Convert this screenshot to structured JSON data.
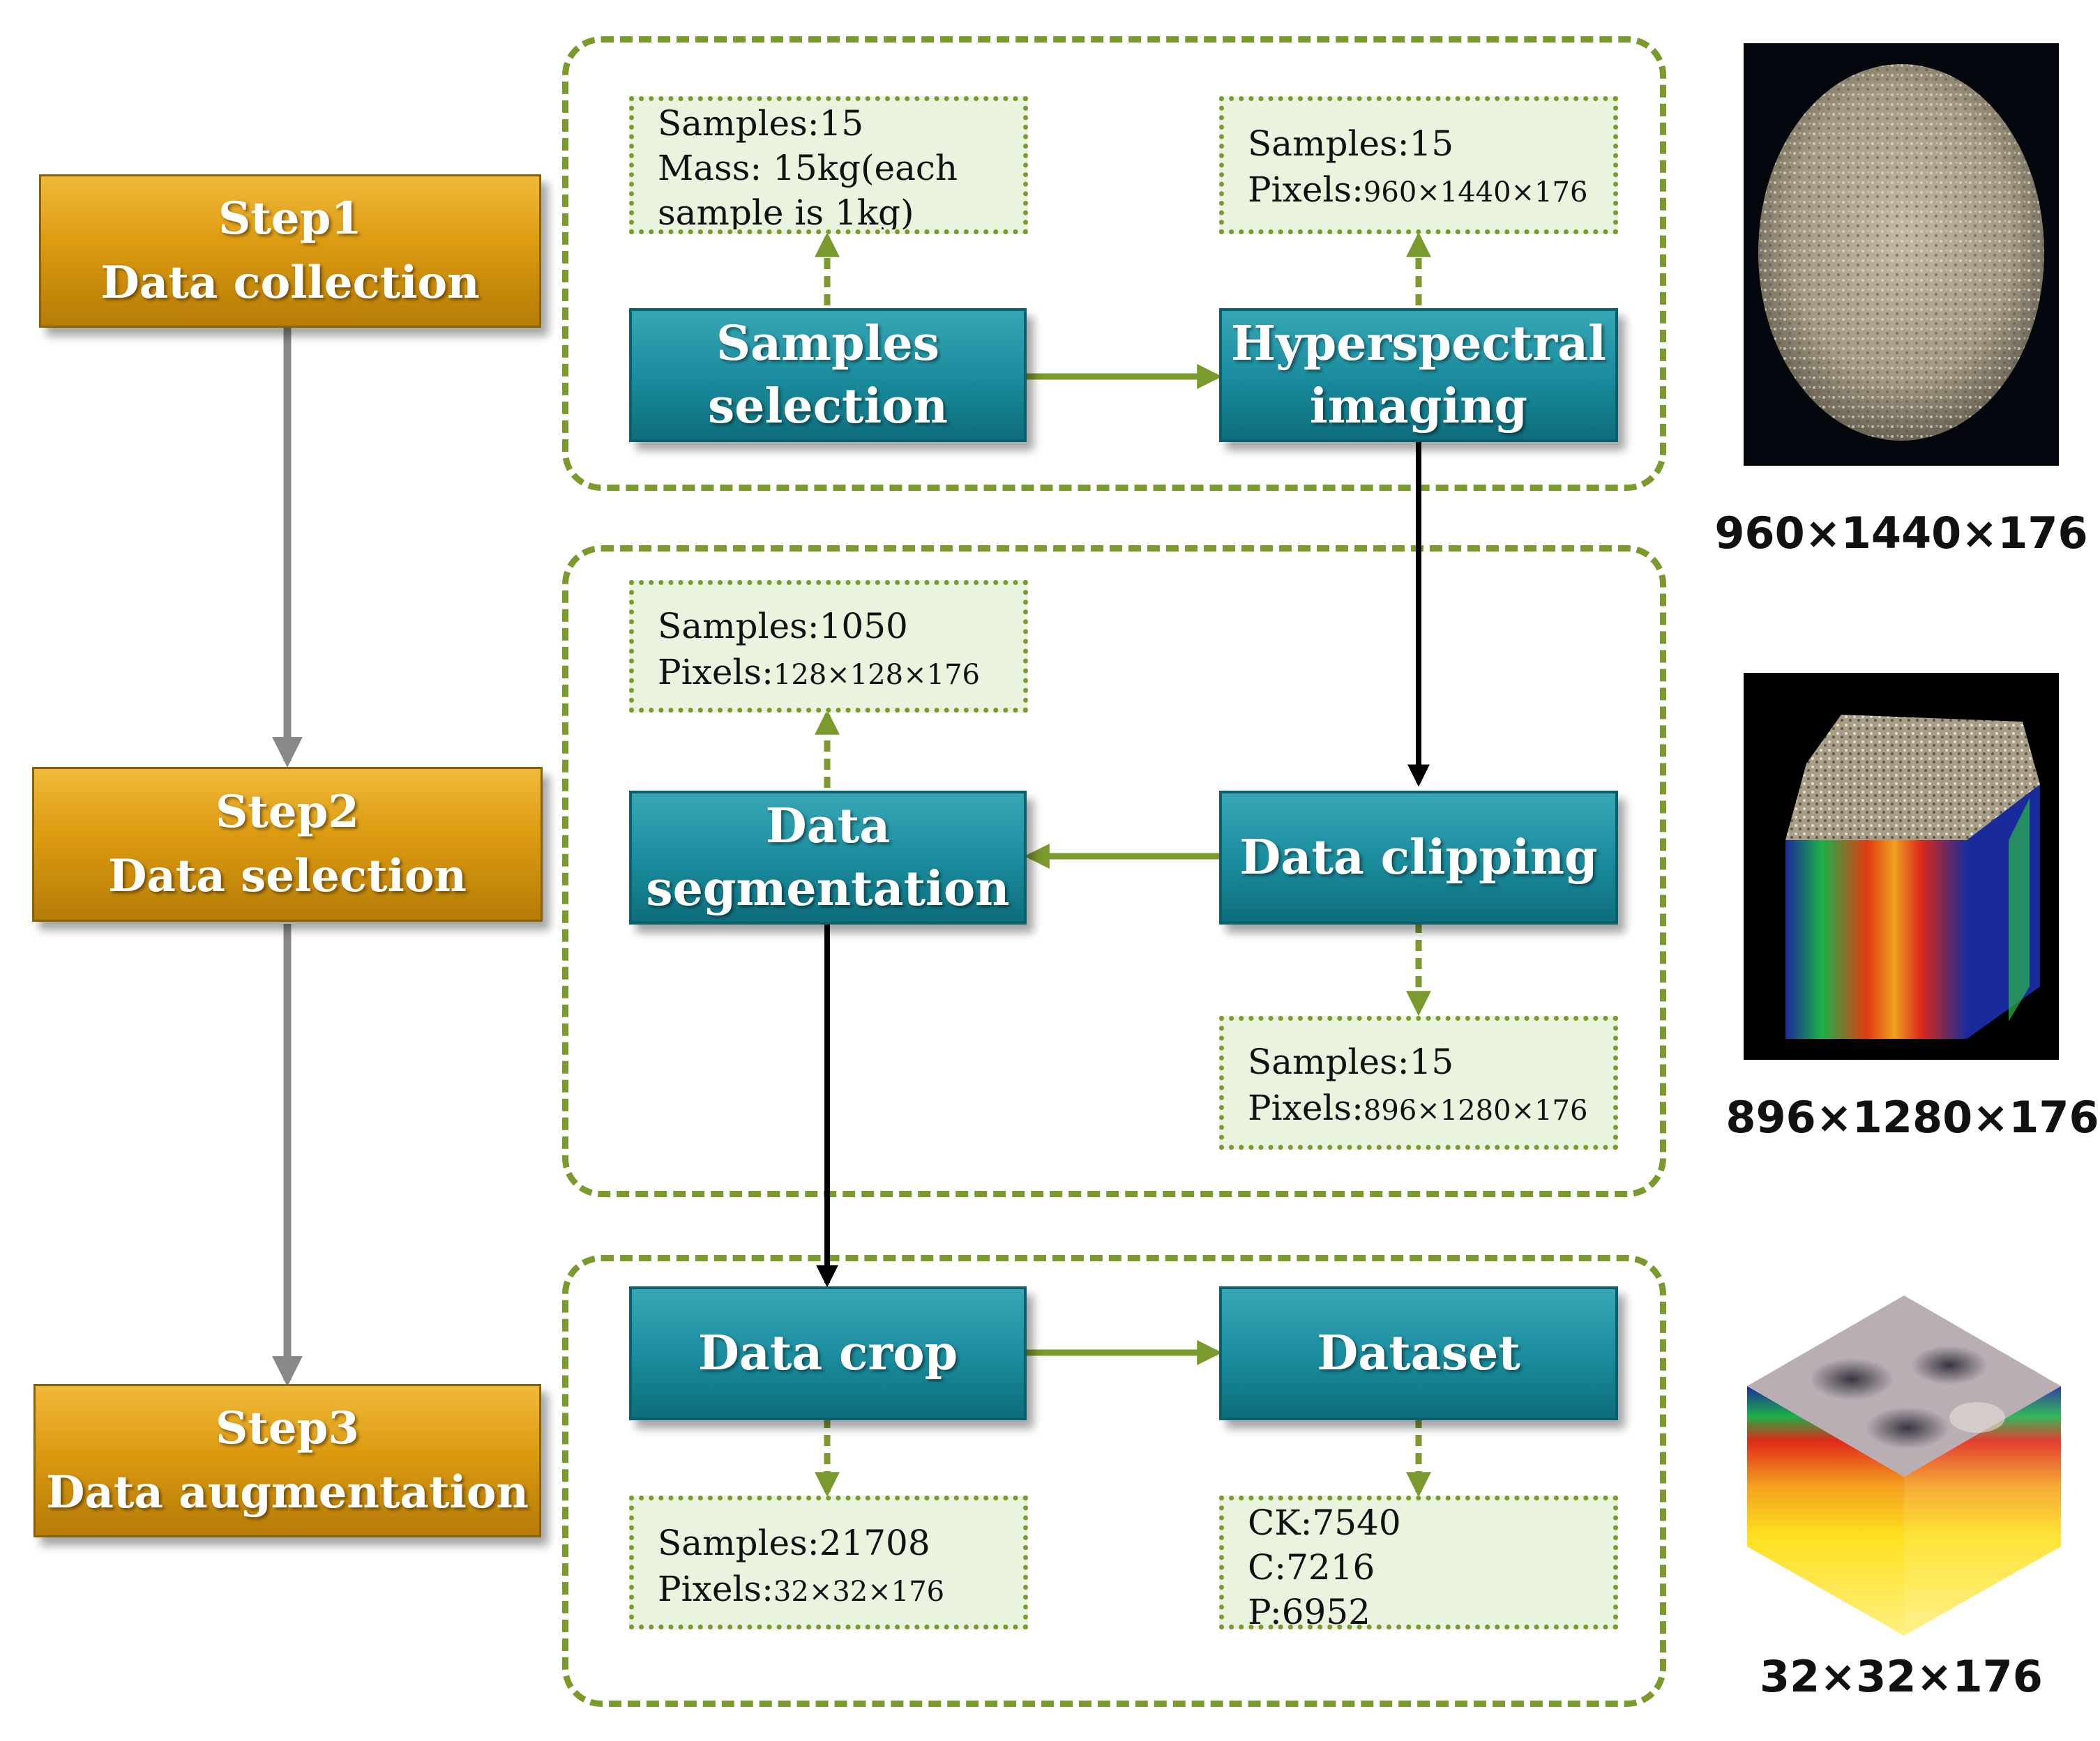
{
  "steps": [
    {
      "line1": "Step1",
      "line2": "Data collection"
    },
    {
      "line1": "Step2",
      "line2": "Data selection"
    },
    {
      "line1": "Step3",
      "line2": "Data augmentation"
    }
  ],
  "processes": {
    "samples_selection": {
      "line1": "Samples",
      "line2": "selection"
    },
    "hyperspectral_imaging": {
      "line1": "Hyperspectral",
      "line2": "imaging"
    },
    "data_segmentation": {
      "line1": "Data",
      "line2": "segmentation"
    },
    "data_clipping": {
      "line1": "Data clipping"
    },
    "data_crop": {
      "line1": "Data crop"
    },
    "dataset": {
      "line1": "Dataset"
    }
  },
  "notes": {
    "samples_selection": {
      "line1": "Samples:15",
      "line2": "Mass: 15kg(each",
      "line3": "sample is 1kg)"
    },
    "hyperspectral_imaging": {
      "line1": "Samples:15",
      "label": "Pixels:",
      "value": "960×1440×176"
    },
    "data_segmentation": {
      "line1": "Samples:1050",
      "label": "Pixels:",
      "value": "128×128×176"
    },
    "data_clipping": {
      "line1": "Samples:15",
      "label": "Pixels:",
      "value": "896×1280×176"
    },
    "data_crop": {
      "line1": "Samples:21708",
      "label": "Pixels:",
      "value": "32×32×176"
    },
    "dataset": {
      "line1": "CK:7540",
      "line2": "C:7216",
      "line3": "P:6952"
    }
  },
  "images": [
    {
      "caption": "960×1440×176",
      "icon": "grain-pile-image"
    },
    {
      "caption": "896×1280×176",
      "icon": "hyperspectral-cube-image"
    },
    {
      "caption": "32×32×176",
      "icon": "patch-cube-image"
    }
  ],
  "colors": {
    "step_fill": "#dc9a10",
    "process_fill": "#198b9c",
    "note_fill": "#e9f3dd",
    "dashed_border": "#7a9a2e"
  }
}
